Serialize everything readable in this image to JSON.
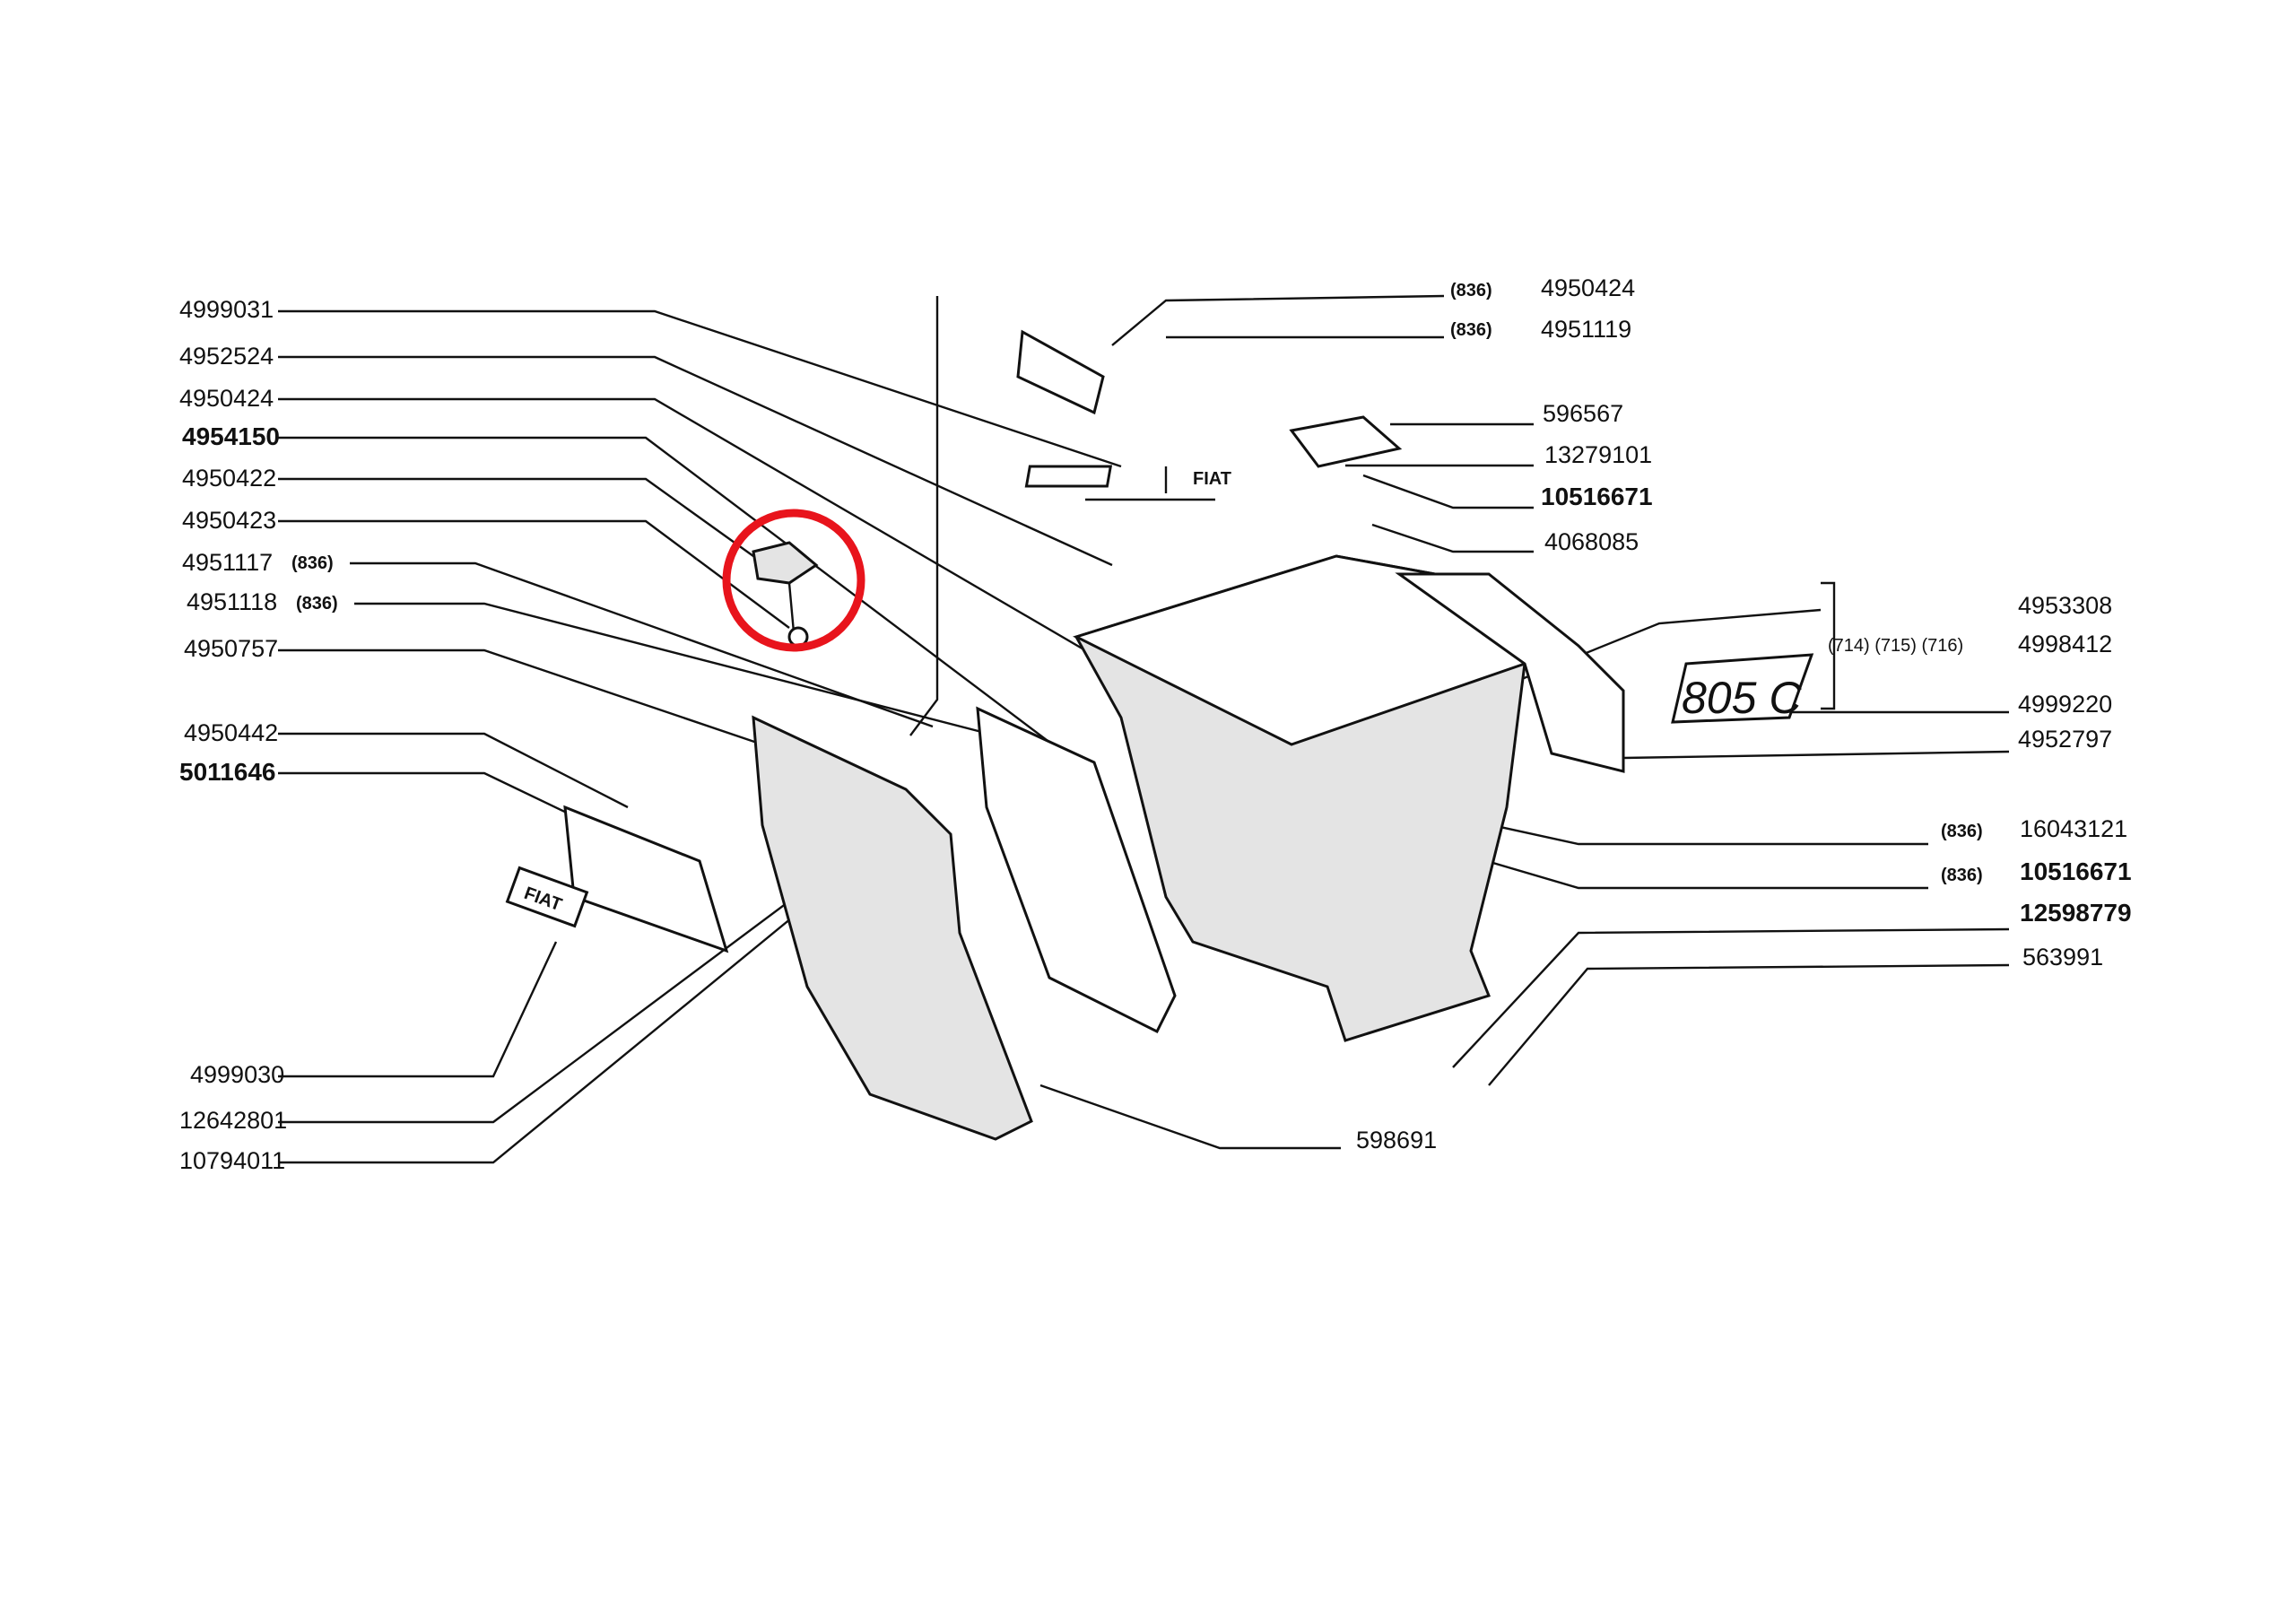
{
  "left_labels": [
    {
      "code": "4999031"
    },
    {
      "code": "4952524"
    },
    {
      "code": "4950424"
    },
    {
      "code": "4954150",
      "bold": true
    },
    {
      "code": "4950422"
    },
    {
      "code": "4950423"
    },
    {
      "code": "4951117",
      "note": "(836)"
    },
    {
      "code": "4951118",
      "note": "(836)"
    },
    {
      "code": "4950757"
    },
    {
      "code": "4950442"
    },
    {
      "code": "5011646",
      "bold": true
    },
    {
      "code": "4999030"
    },
    {
      "code": "12642801"
    },
    {
      "code": "10794011"
    }
  ],
  "right_labels": [
    {
      "code": "4950424",
      "note": "(836)"
    },
    {
      "code": "4951119",
      "note": "(836)"
    },
    {
      "code": "596567"
    },
    {
      "code": "13279101"
    },
    {
      "code": "10516671",
      "bold": true
    },
    {
      "code": "4068085"
    },
    {
      "code": "4953308"
    },
    {
      "code": "4998412",
      "note": "(714) (715) (716)"
    },
    {
      "code": "4999220"
    },
    {
      "code": "4952797"
    },
    {
      "code": "16043121",
      "note": "(836)"
    },
    {
      "code": "10516671",
      "note": "(836)",
      "bold": true
    },
    {
      "code": "12598779",
      "bold": true
    },
    {
      "code": "563991"
    }
  ],
  "bottom_label": {
    "code": "598691"
  },
  "badges": {
    "model": "805 C",
    "logo": "FIAT"
  },
  "highlight": {
    "color": "#e8141c",
    "part": "4950422"
  }
}
